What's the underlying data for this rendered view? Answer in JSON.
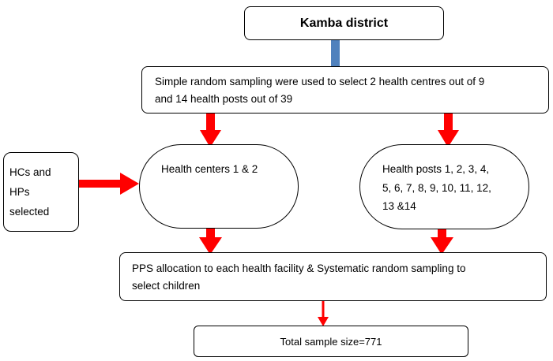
{
  "nodes": {
    "district": {
      "text": "Kamba district"
    },
    "sampling": {
      "lines": [
        "Simple random sampling were used to select 2 health centres out of 9",
        "and 14 health posts out of 39"
      ]
    },
    "selected": {
      "lines": [
        "HCs and",
        "HPs",
        "selected"
      ]
    },
    "health_centers": {
      "text": "Health centers 1 & 2"
    },
    "health_posts": {
      "lines": [
        "Health posts 1, 2, 3, 4,",
        "5, 6, 7, 8, 9, 10, 11, 12,",
        "13 &14"
      ]
    },
    "pps": {
      "lines": [
        "PPS allocation to each health facility & Systematic random sampling to",
        "select children"
      ]
    },
    "total": {
      "text": "Total sample size=771"
    }
  },
  "edges": [
    {
      "from": "district",
      "to": "sampling"
    },
    {
      "from": "sampling",
      "to": "health_centers"
    },
    {
      "from": "sampling",
      "to": "health_posts"
    },
    {
      "from": "selected",
      "to": "health_centers"
    },
    {
      "from": "health_centers",
      "to": "pps"
    },
    {
      "from": "health_posts",
      "to": "pps"
    },
    {
      "from": "pps",
      "to": "total"
    }
  ],
  "colors": {
    "arrow": "#ff0000",
    "connector": "#4f81bd",
    "border": "#000000"
  }
}
